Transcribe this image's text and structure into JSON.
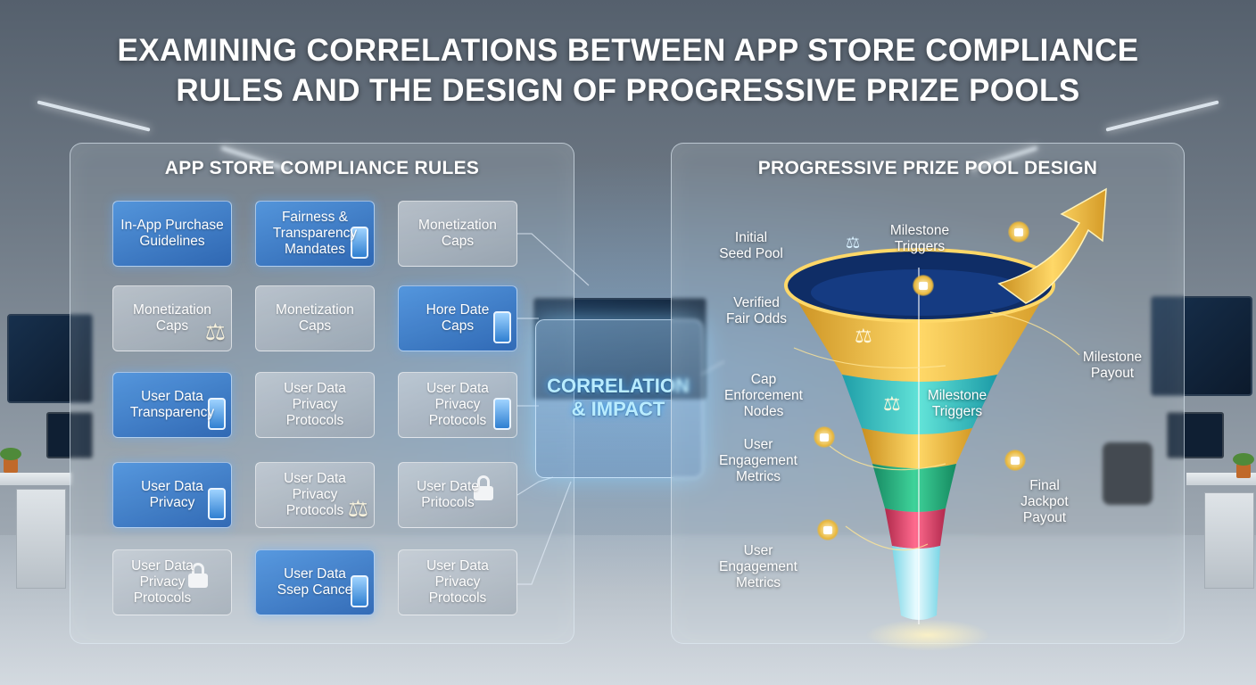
{
  "title": {
    "line1": "EXAMINING CORRELATIONS BETWEEN APP STORE COMPLIANCE",
    "line2": "RULES AND THE DESIGN OF PROGRESSIVE PRIZE POOLS"
  },
  "left_panel": {
    "title": "APP STORE COMPLIANCE RULES",
    "rows": [
      [
        {
          "label": [
            "In-App Purchase",
            "Guidelines"
          ],
          "style": "blue",
          "icon": ""
        },
        {
          "label": [
            "Fairness &",
            "Transparency",
            "Mandates"
          ],
          "style": "blue",
          "icon": "phone-icon"
        },
        {
          "label": [
            "Monetization",
            "Caps"
          ],
          "style": "gray",
          "icon": ""
        }
      ],
      [
        {
          "label": [
            "Monetization",
            "Caps"
          ],
          "style": "gray",
          "icon": "scale-icon"
        },
        {
          "label": [
            "Monetization",
            "Caps"
          ],
          "style": "gray",
          "icon": ""
        },
        {
          "label": [
            "Hore Date",
            "Caps"
          ],
          "style": "blue",
          "icon": "phone-icon"
        }
      ],
      [
        {
          "label": [
            "User Data",
            "Transparency"
          ],
          "style": "blue",
          "icon": "phone-icon"
        },
        {
          "label": [
            "User Data",
            "Privacy",
            "Protocols"
          ],
          "style": "gray",
          "icon": ""
        },
        {
          "label": [
            "User Data",
            "Privacy",
            "Protocols"
          ],
          "style": "gray",
          "icon": "phone-icon"
        }
      ],
      [
        {
          "label": [
            "User Data",
            "Privacy"
          ],
          "style": "blue",
          "icon": "phone-icon"
        },
        {
          "label": [
            "User Data",
            "Privacy",
            "Protocols"
          ],
          "style": "gray",
          "icon": "scale-icon"
        },
        {
          "label": [
            "User Date",
            "Pritocols"
          ],
          "style": "gray",
          "icon": "lock-icon"
        }
      ],
      [
        {
          "label": [
            "User Data",
            "Privacy",
            "Protocols"
          ],
          "style": "gray",
          "icon": "lock-icon"
        },
        {
          "label": [
            "User Data",
            "Ssep Cance"
          ],
          "style": "blue",
          "icon": "phone-icon"
        },
        {
          "label": [
            "User Data",
            "Privacy",
            "Protocols"
          ],
          "style": "gray",
          "icon": ""
        }
      ]
    ]
  },
  "center": {
    "line1": "CORRELATION",
    "line2": "& IMPACT"
  },
  "right_panel": {
    "title": "PROGRESSIVE PRIZE POOL DESIGN",
    "labels": {
      "initial_seed_pool": [
        "Initial",
        "Seed Pool"
      ],
      "milestone_triggers_top": [
        "Milestone",
        "Triggers"
      ],
      "verified_fair_odds": [
        "Verified",
        "Fair Odds"
      ],
      "cap_enforcement_nodes": [
        "Cap",
        "Enforcement",
        "Nodes"
      ],
      "milestone_triggers_mid": [
        "Milestone",
        "Triggers"
      ],
      "milestone_payout": [
        "Milestone",
        "Payout"
      ],
      "user_engagement_metrics_1": [
        "User",
        "Engagement",
        "Metrics"
      ],
      "final_jackpot_payout": [
        "Final",
        "Jackpot",
        "Payout"
      ],
      "user_engagement_metrics_2": [
        "User",
        "Engagement",
        "Metrics"
      ]
    }
  },
  "colors": {
    "funnel_gold": "#f2c23e",
    "funnel_teal": "#2fc8c0",
    "funnel_green": "#23b47a",
    "funnel_pink": "#e0486e",
    "card_blue": "#3f86d4",
    "card_gray": "#b7bfc7",
    "correlation_glow": "#8fd3ff"
  }
}
